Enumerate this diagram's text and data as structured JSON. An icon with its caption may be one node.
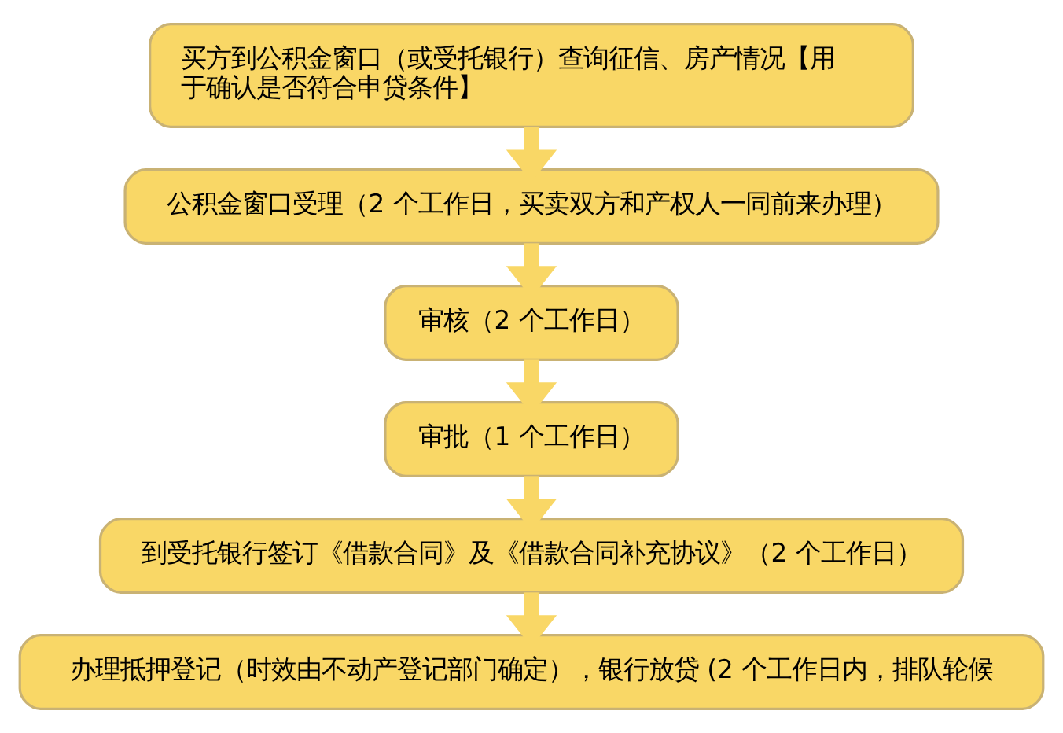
{
  "diagram": {
    "nodes": [
      {
        "text": [
          "买方到公积金窗口（或受托银行）查询征信、房产情况【用于确认是否符合申贷条件】"
        ]
      },
      {
        "text": [
          "公积金窗口受理（2 个工作日，买卖双方和产权人一同前来办理）"
        ]
      },
      {
        "text": [
          "审核（2 个工作日）"
        ]
      },
      {
        "text": [
          "审批（1 个工作日）"
        ]
      },
      {
        "text": [
          "到受托银行签订《借款合同》及《借款合同补充协议》（2 个工作日）"
        ]
      },
      {
        "text": [
          "办理抵押登记（时效由不动产登记部门确定），银行放贷 (2 个工作日内，排队轮候"
        ]
      }
    ],
    "edges": [
      {
        "from": 0,
        "to": 1,
        "arrow": "to"
      },
      {
        "from": 1,
        "to": 2,
        "arrow": "to"
      },
      {
        "from": 2,
        "to": 3,
        "arrow": "to"
      },
      {
        "from": 3,
        "to": 4,
        "arrow": "to"
      },
      {
        "from": 4,
        "to": 5,
        "arrow": "to"
      }
    ]
  }
}
